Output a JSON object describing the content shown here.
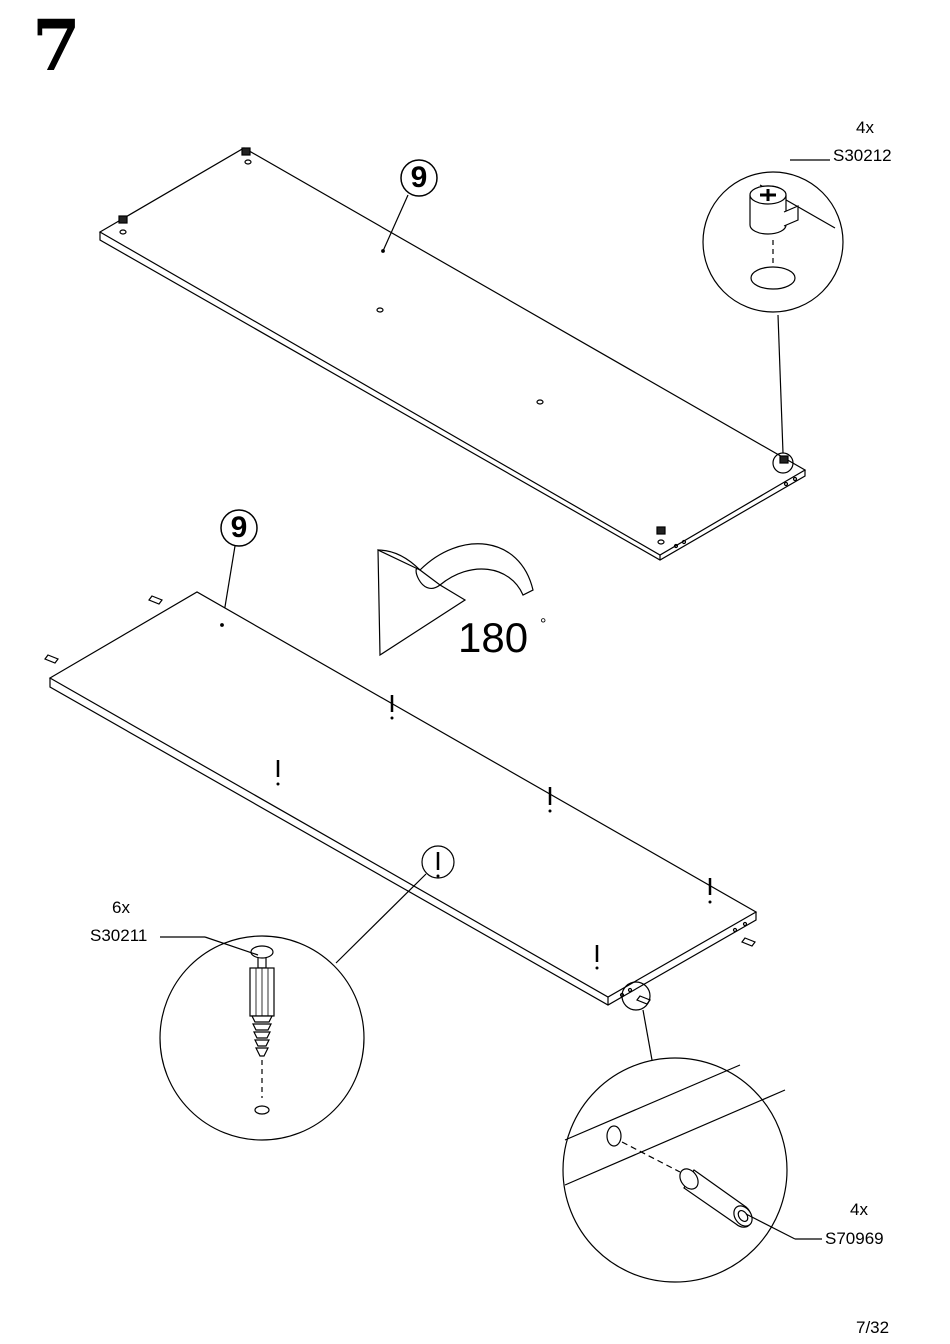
{
  "step": {
    "number": "7"
  },
  "part_badges": [
    {
      "id": "panel-top",
      "label": "9"
    },
    {
      "id": "panel-bottom",
      "label": "9"
    }
  ],
  "rotation": {
    "value": "180",
    "unit": "°"
  },
  "hardware": [
    {
      "id": "cam-lock",
      "qty": "4x",
      "code": "S30212"
    },
    {
      "id": "cam-bolt",
      "qty": "6x",
      "code": "S30211"
    },
    {
      "id": "dowel",
      "qty": "4x",
      "code": "S70969"
    }
  ],
  "footer": {
    "page": "7/32"
  },
  "icons": [
    "cam-lock-icon",
    "cam-bolt-icon",
    "dowel-icon",
    "rotate-arrow-icon"
  ]
}
